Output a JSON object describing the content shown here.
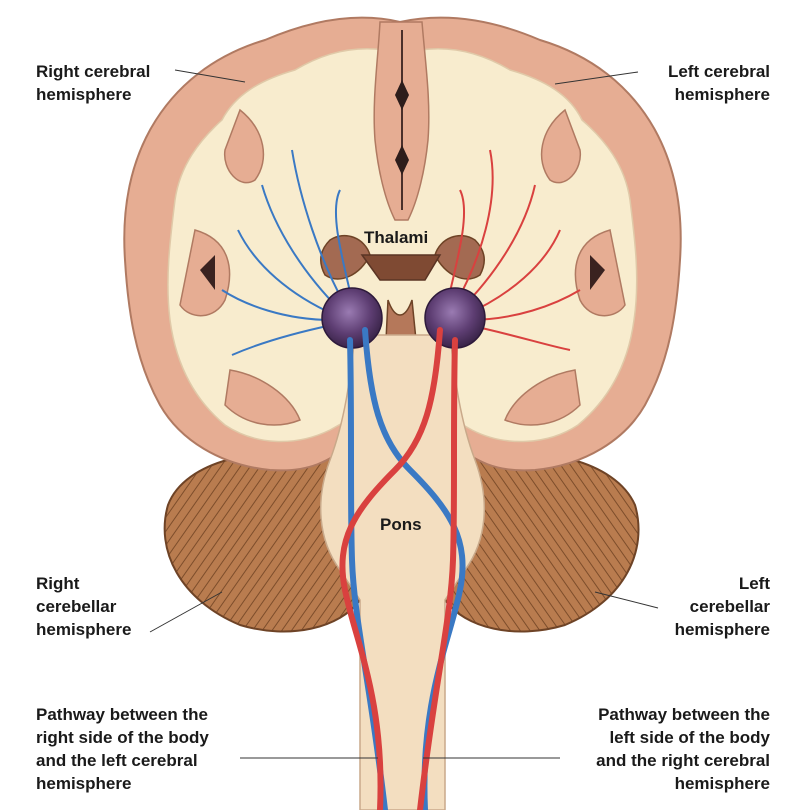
{
  "labels": {
    "right_cerebral_hemisphere": "Right cerebral\nhemisphere",
    "left_cerebral_hemisphere": "Left cerebral\nhemisphere",
    "thalami": "Thalami",
    "pons": "Pons",
    "right_cerebellar_hemisphere": "Right\ncerebellar\nhemisphere",
    "left_cerebellar_hemisphere": "Left\ncerebellar\nhemisphere",
    "pathway_right_body": "Pathway between the\nright side of the body\nand the left cerebral\nhemisphere",
    "pathway_left_body": "Pathway between the\nleft side of the body\nand the right cerebral\nhemisphere"
  },
  "colors": {
    "cortex": "#e6ad93",
    "white_matter": "#f8ecce",
    "cerebellum": "#b97c4f",
    "thalamus": "#5e3e73",
    "blue_pathway": "#3a79c4",
    "red_pathway": "#d9413f"
  }
}
